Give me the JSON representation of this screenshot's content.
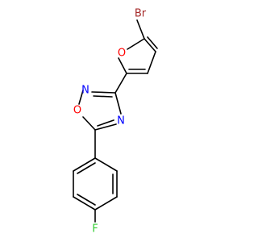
{
  "molecule": {
    "atoms": {
      "br": {
        "symbol": "Br",
        "color": "#a52a2a"
      },
      "furan_o": {
        "symbol": "O",
        "color": "#ff0000"
      },
      "ring_o": {
        "symbol": "O",
        "color": "#ff0000"
      },
      "ring_n_top": {
        "symbol": "N",
        "color": "#0000ff"
      },
      "ring_n_right": {
        "symbol": "N",
        "color": "#0000ff"
      },
      "fluorine": {
        "symbol": "F",
        "color": "#32cd32"
      }
    }
  }
}
